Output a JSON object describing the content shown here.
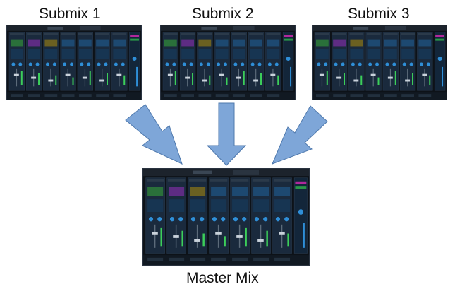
{
  "nodes": {
    "submix1": {
      "label": "Submix 1"
    },
    "submix2": {
      "label": "Submix 2"
    },
    "submix3": {
      "label": "Submix 3"
    },
    "master": {
      "label": "Master Mix"
    }
  },
  "edges": [
    {
      "from": "submix1",
      "to": "master"
    },
    {
      "from": "submix2",
      "to": "master"
    },
    {
      "from": "submix3",
      "to": "master"
    }
  ],
  "colors": {
    "arrow_fill": "#7ea6d8",
    "arrow_stroke": "#4f79ad",
    "mixer_bg": "#0d1218",
    "strip_bg": "#1a2a3d",
    "accent_blue": "#2f8fd8",
    "meter_green": "#3ccf5a"
  }
}
